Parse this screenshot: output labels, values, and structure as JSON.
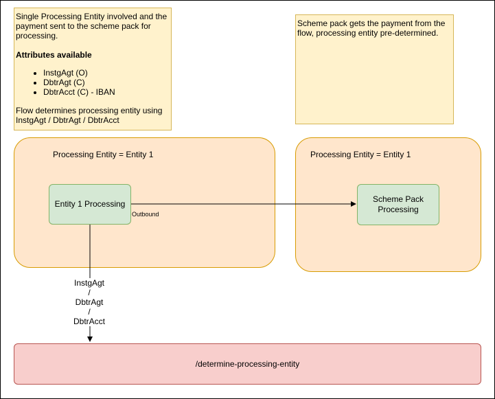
{
  "notes": {
    "left": {
      "intro": "Single Processing Entity involved and the payment sent to the scheme pack for processing.",
      "attributes_heading": "Attributes available",
      "attributes": [
        "InstgAgt (O)",
        "DbtrAgt (C)",
        "DbtrAcct (C) - IBAN"
      ],
      "footer": "Flow determines processing entity using InstgAgt / DbtrAgt / DbtrAcct"
    },
    "right": {
      "text": "Scheme pack gets the payment from the flow, processing entity pre-determined."
    }
  },
  "regions": {
    "left": {
      "label": "Processing Entity = Entity 1"
    },
    "right": {
      "label": "Processing Entity = Entity 1"
    }
  },
  "nodes": {
    "entity1": {
      "label": "Entity 1 Processing"
    },
    "scheme_pack": {
      "label": "Scheme Pack Processing"
    },
    "endpoint": {
      "label": "/determine-processing-entity"
    }
  },
  "edges": {
    "outbound": {
      "label": "Outbound"
    },
    "determine": {
      "label_lines": [
        "InstgAgt",
        "/",
        "DbtrAgt",
        "/",
        "DbtrAcct"
      ]
    }
  },
  "colors": {
    "note_fill": "#fff2cc",
    "note_stroke": "#d6b656",
    "region_fill": "#ffe6cc",
    "region_stroke": "#d79b00",
    "node_fill": "#d5e8d4",
    "node_stroke": "#82b366",
    "endpoint_fill": "#f8cecc",
    "endpoint_stroke": "#b85450"
  }
}
